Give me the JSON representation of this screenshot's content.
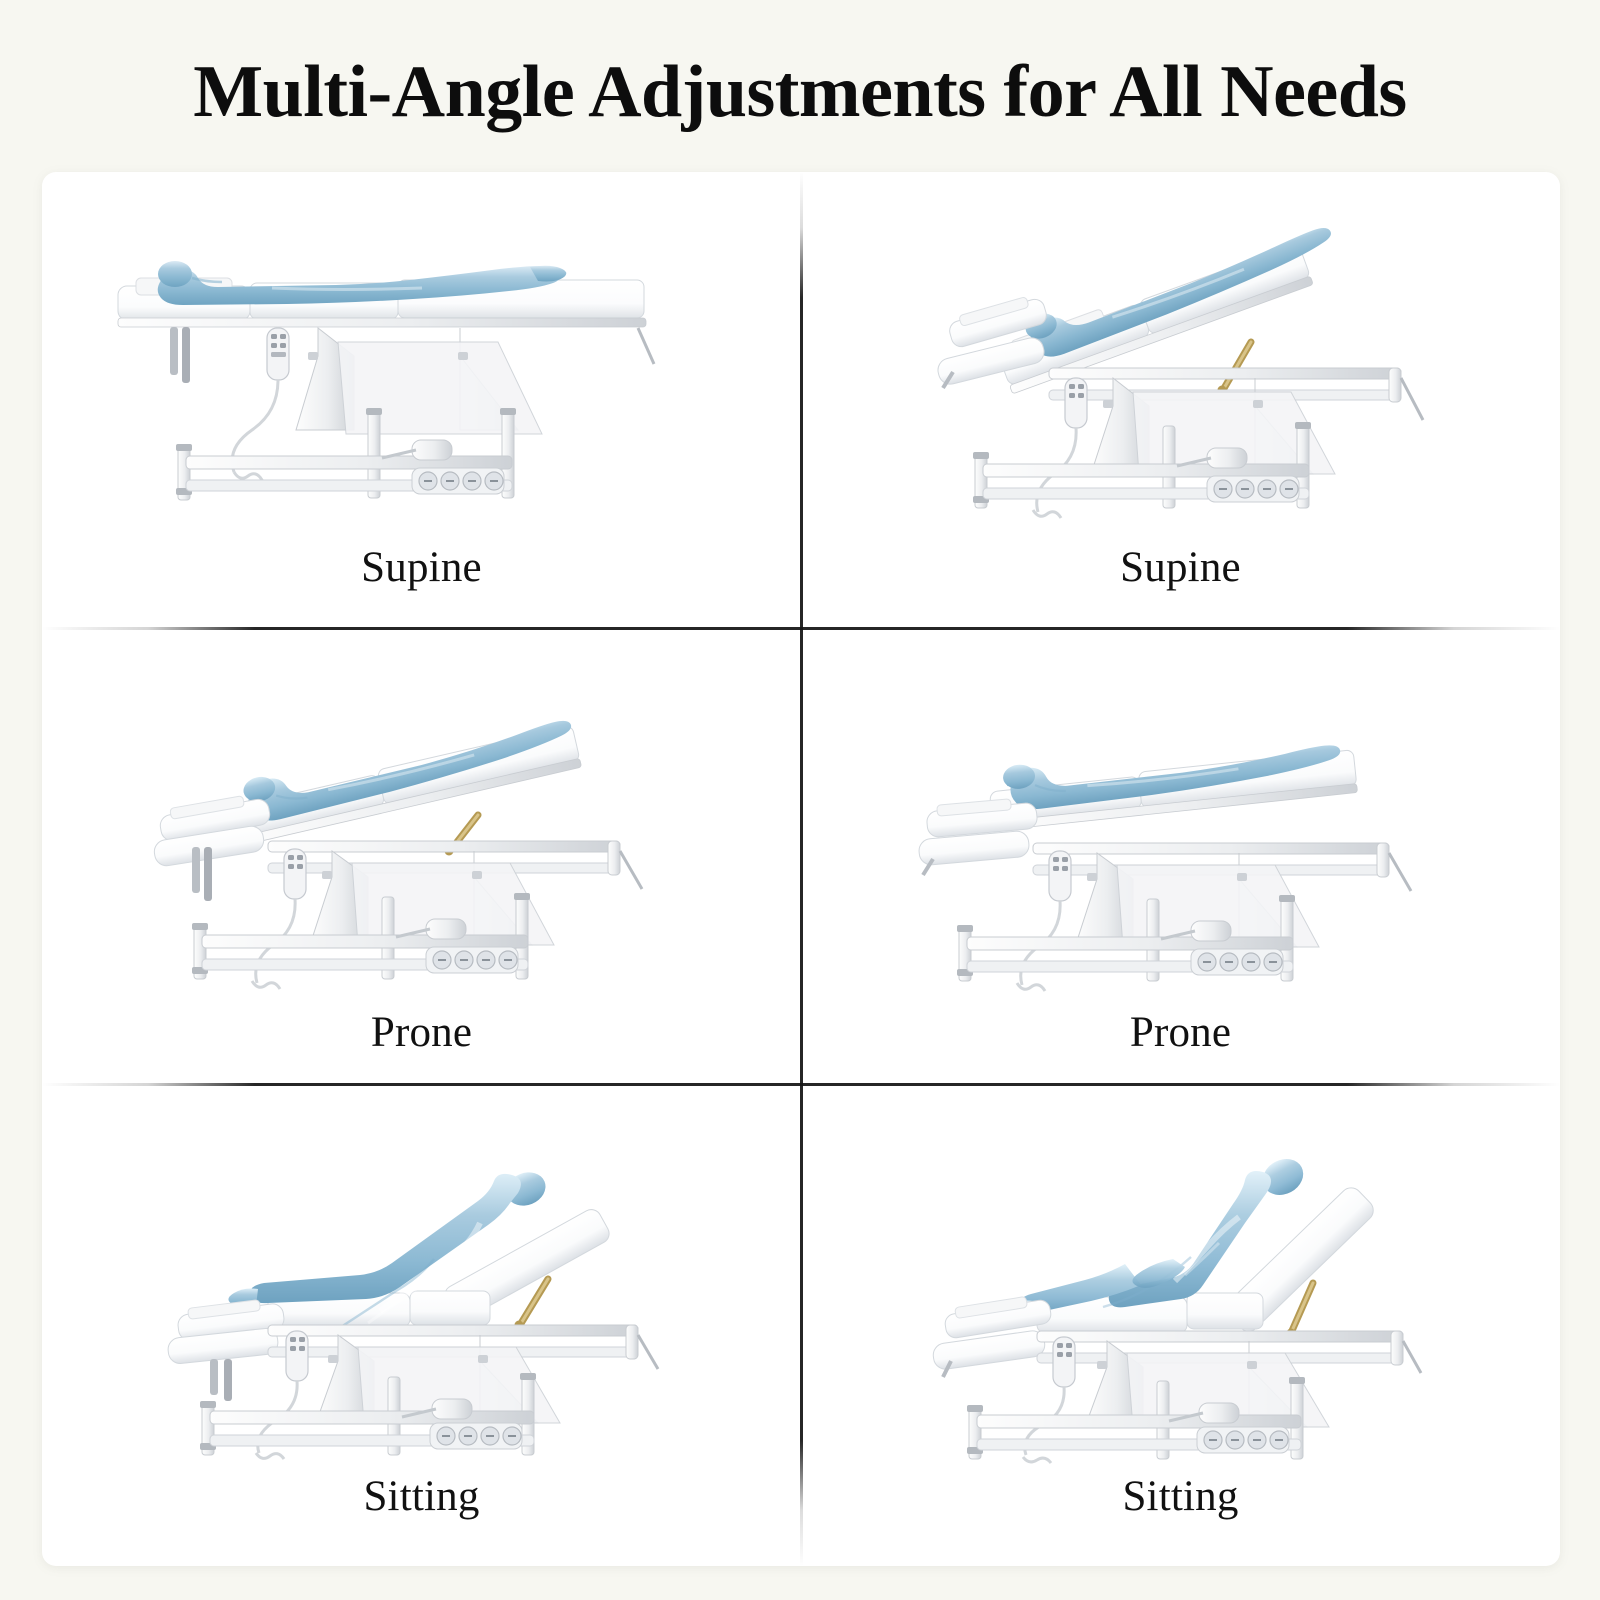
{
  "page": {
    "title": "Multi-Angle Adjustments for All Needs",
    "background_color": "#f7f7f1",
    "card_color": "#ffffff"
  },
  "colors": {
    "title_text": "#0d0d0d",
    "label_text": "#111111",
    "divider": "#141414",
    "mannequin_blue_light": "#cfe2ee",
    "mannequin_blue_mid": "#9dc3d9",
    "mannequin_blue_deep": "#6ea2c0",
    "upholstery_white": "#ffffff",
    "upholstery_shade": "#e2e5e8",
    "frame_white": "#f2f3f5",
    "frame_shade": "#c9ccd1",
    "accent_gold": "#b59a53",
    "pedal_grey": "#d9dde2"
  },
  "grid": {
    "rows": 3,
    "columns": 2,
    "panels": [
      {
        "id": "panel-1",
        "label": "Supine",
        "position_name": "supine-flat",
        "row": 1,
        "column": 1,
        "description": "Treatment table fully flat with mannequin lying face up",
        "backrest_angle_deg": 0,
        "leg_section_angle_deg": 0,
        "table_tilt_deg": 0,
        "headrest_pillow": true,
        "arm_rests_down": false,
        "gas_strut_visible": false
      },
      {
        "id": "panel-2",
        "label": "Supine",
        "position_name": "supine-reverse-trendelenburg",
        "row": 1,
        "column": 2,
        "description": "Table tilted with foot end raised, mannequin lying face up",
        "backrest_angle_deg": -22,
        "leg_section_angle_deg": 0,
        "table_tilt_deg": -22,
        "headrest_pillow": true,
        "arm_rests_down": true,
        "gas_strut_visible": true
      },
      {
        "id": "panel-3",
        "label": "Prone",
        "position_name": "prone-tilted",
        "row": 2,
        "column": 1,
        "description": "Table tilted head-down with mannequin lying face down",
        "backrest_angle_deg": -16,
        "leg_section_angle_deg": 0,
        "table_tilt_deg": -16,
        "headrest_pillow": true,
        "arm_rests_down": true,
        "gas_strut_visible": true
      },
      {
        "id": "panel-4",
        "label": "Prone",
        "position_name": "prone-flat",
        "row": 2,
        "column": 2,
        "description": "Table near flat with mannequin lying face down, face cradle at head end",
        "backrest_angle_deg": -7,
        "leg_section_angle_deg": 0,
        "table_tilt_deg": -7,
        "headrest_pillow": true,
        "arm_rests_down": true,
        "gas_strut_visible": false
      },
      {
        "id": "panel-5",
        "label": "Sitting",
        "position_name": "semi-reclined-sitting",
        "row": 3,
        "column": 1,
        "description": "Backrest raised to a reclined sitting angle, legs extended flat",
        "backrest_angle_deg": 30,
        "leg_section_angle_deg": 0,
        "table_tilt_deg": 0,
        "headrest_pillow": true,
        "arm_rests_down": true,
        "gas_strut_visible": true
      },
      {
        "id": "panel-6",
        "label": "Sitting",
        "position_name": "upright-sitting",
        "row": 3,
        "column": 2,
        "description": "Backrest raised upright with knees bent in a seated posture",
        "backrest_angle_deg": 46,
        "leg_section_angle_deg": -18,
        "table_tilt_deg": 0,
        "headrest_pillow": true,
        "arm_rests_down": true,
        "gas_strut_visible": true
      }
    ]
  },
  "device": {
    "name": "electric-treatment-table",
    "parts": {
      "mattress_sections": 3,
      "hand_controller": "corded hand control pendant",
      "foot_control_pedals": 4,
      "base": "H-frame floor base with scissor lift",
      "actuator": "linear actuator",
      "face_cradle": "adjustable face cradle / headrest",
      "arm_rest": "padded side arm rest"
    }
  }
}
